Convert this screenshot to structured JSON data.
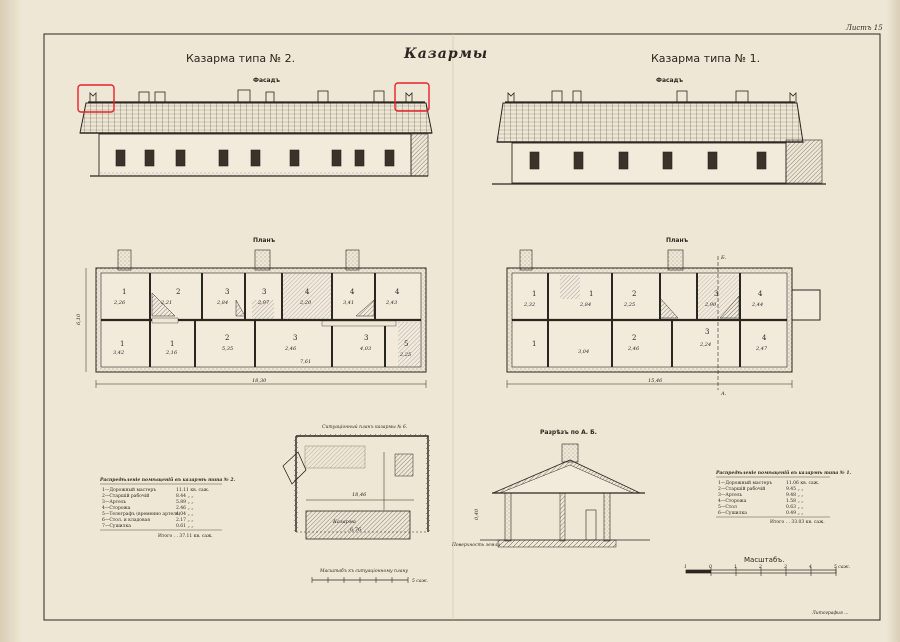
{
  "sheet": {
    "label": "Листъ 15"
  },
  "title": "Казармы",
  "type2": {
    "title": "Казарма типа № 2.",
    "facade_label": "Фасадъ",
    "plan_label": "Планъ",
    "width_dim": "18,30",
    "depth_dim": "6,10",
    "room_numbers": [
      "1",
      "2",
      "3",
      "3",
      "4",
      "4",
      "1",
      "1",
      "2",
      "3",
      "3",
      "4",
      "5"
    ],
    "areas": [
      "2,26",
      "2,21",
      "2,84",
      "2,97",
      "2,20",
      "3,41",
      "3,42",
      "2,16",
      "5,35",
      "2,46",
      "7,61",
      "4,03",
      "2,43",
      "2,25"
    ],
    "table": {
      "heading": "Распредѣленіе помѣщеній въ казармѣ типа № 2.",
      "rows": [
        [
          "1—Дорожный мастеръ",
          "11.11 кв. саж."
        ],
        [
          "2—Старшій рабочій",
          "8.44 „ „"
        ],
        [
          "3—Артель",
          "5.89 „ „"
        ],
        [
          "4—Сторожа",
          "2.46 „ „"
        ],
        [
          "5—Телеграфъ (временно артель)",
          "4.04 „ „"
        ],
        [
          "6—Стол. и кладовая",
          "2.17 „ „"
        ],
        [
          "7—Сушилка",
          "0.61 „ „"
        ]
      ],
      "total": "Итого . . 37.11 кв. саж."
    }
  },
  "type1": {
    "title": "Казарма типа № 1.",
    "facade_label": "Фасадъ",
    "plan_label": "Планъ",
    "width_dim": "15,46",
    "section_marks": [
      "Б.",
      "А."
    ],
    "room_numbers": [
      "1",
      "1",
      "2",
      "3",
      "4",
      "1",
      "2",
      "3",
      "4"
    ],
    "areas": [
      "2,32",
      "2,84",
      "2,25",
      "2,90",
      "2,44",
      "3,04",
      "2,46",
      "2,24",
      "2,47"
    ],
    "table": {
      "heading": "Распредѣленіе помѣщеній въ казармѣ типа № 1.",
      "rows": [
        [
          "1—Дорожный мастеръ",
          "11.06 кв. саж."
        ],
        [
          "2—Старшій рабочій",
          "9.45 „ „"
        ],
        [
          "3—Артель",
          "9.48 „ „"
        ],
        [
          "4—Сторожа",
          "1.58 „ „"
        ],
        [
          "5—Стол",
          "0.63 „ „"
        ],
        [
          "6—Сушилка",
          "0.49 „ „"
        ]
      ],
      "total": "Итого . . 33.03 кв. саж."
    }
  },
  "site_plan": {
    "title": "Ситуаціонный планъ казармы № 6.",
    "building_label": "Казарма",
    "dim_top": "18,46",
    "dim_bottom": "6,76",
    "scale_caption": "Масштабъ къ ситуаціонному плану",
    "scale_end": "5 саж."
  },
  "section": {
    "title": "Разрѣзъ по А. Б.",
    "left_label": "Поверхность земли",
    "dim": "0,40"
  },
  "scale": {
    "label": "Масштабъ.",
    "ticks": [
      "1",
      "0",
      "1",
      "2",
      "3",
      "4",
      "5 саж."
    ]
  },
  "footer": "Литография ...",
  "highlight_color": "#e8202a"
}
